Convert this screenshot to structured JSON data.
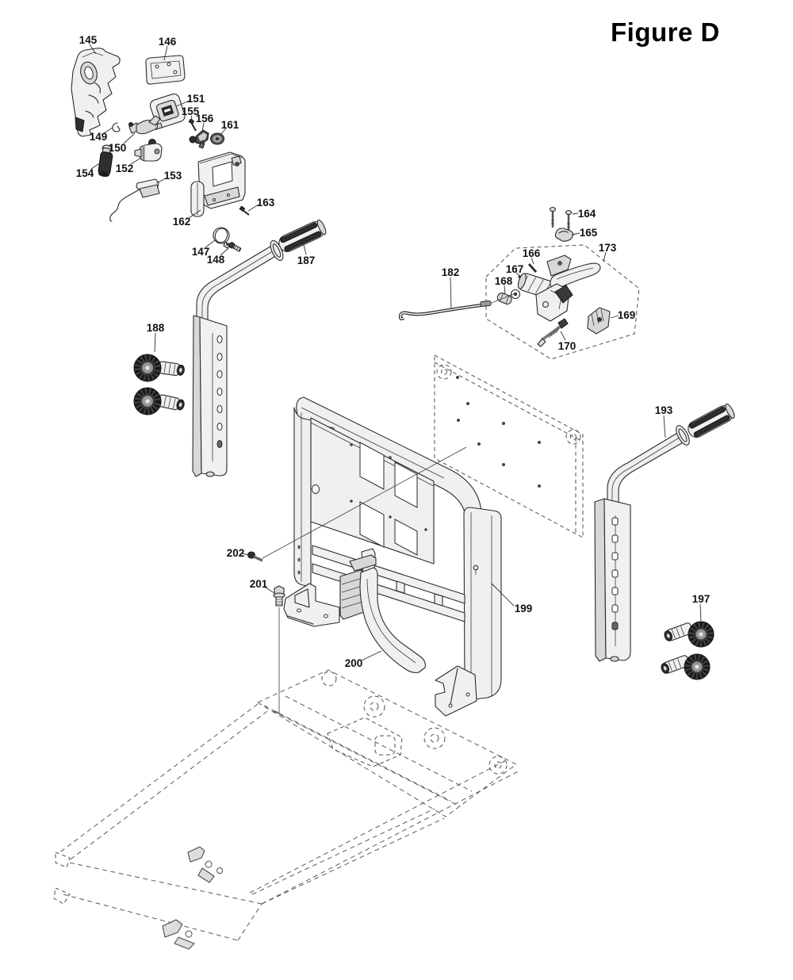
{
  "figure": {
    "title": "Figure D"
  },
  "parts": {
    "p145": {
      "num": "145"
    },
    "p146": {
      "num": "146"
    },
    "p147": {
      "num": "147"
    },
    "p148": {
      "num": "148"
    },
    "p149": {
      "num": "149"
    },
    "p150": {
      "num": "150"
    },
    "p151": {
      "num": "151"
    },
    "p152": {
      "num": "152"
    },
    "p153": {
      "num": "153"
    },
    "p154": {
      "num": "154"
    },
    "p155": {
      "num": "155"
    },
    "p156": {
      "num": "156"
    },
    "p161": {
      "num": "161"
    },
    "p162": {
      "num": "162"
    },
    "p163": {
      "num": "163"
    },
    "p164": {
      "num": "164"
    },
    "p165": {
      "num": "165"
    },
    "p166": {
      "num": "166"
    },
    "p167": {
      "num": "167"
    },
    "p168": {
      "num": "168"
    },
    "p169": {
      "num": "169"
    },
    "p170": {
      "num": "170"
    },
    "p173": {
      "num": "173"
    },
    "p182": {
      "num": "182"
    },
    "p187": {
      "num": "187"
    },
    "p188": {
      "num": "188"
    },
    "p193": {
      "num": "193"
    },
    "p197": {
      "num": "197"
    },
    "p199": {
      "num": "199"
    },
    "p200": {
      "num": "200"
    },
    "p201": {
      "num": "201"
    },
    "p202": {
      "num": "202"
    }
  },
  "colors": {
    "line": "#2b2b2b",
    "light": "#f0f0f0",
    "mid": "#d8d8d8",
    "dark": "#2e2e2e",
    "label": "#101010"
  }
}
